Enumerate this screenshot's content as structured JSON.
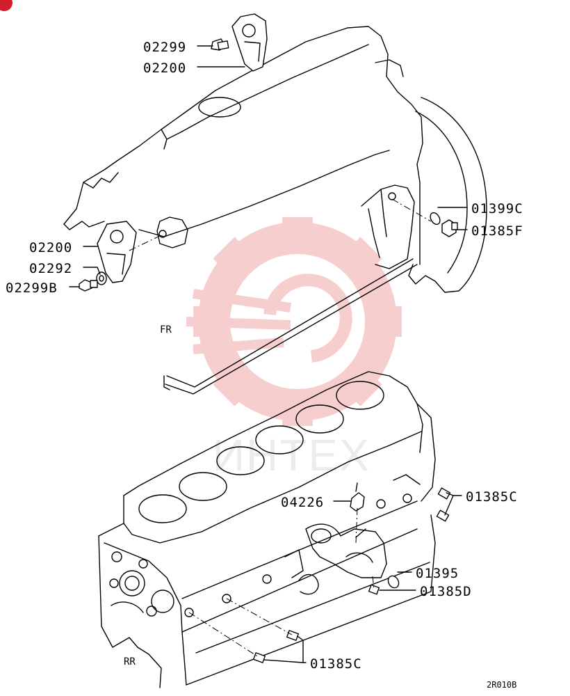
{
  "watermark": {
    "text": "ИНТЕХ",
    "gear_color": "#f6c6c6",
    "text_color": "#ececec"
  },
  "orientation": {
    "front": "FR",
    "rear": "RR"
  },
  "callouts": {
    "c02299": "02299",
    "c02200_top": "02200",
    "c01399C": "01399C",
    "c01385F": "01385F",
    "c02200_left": "02200",
    "c02292": "02292",
    "c02299B": "02299B",
    "c04226": "04226",
    "c01385C_right": "01385C",
    "c01395": "01395",
    "c01385D": "01385D",
    "c01385C_bottom": "01385C"
  },
  "figure_code": "2R010B"
}
